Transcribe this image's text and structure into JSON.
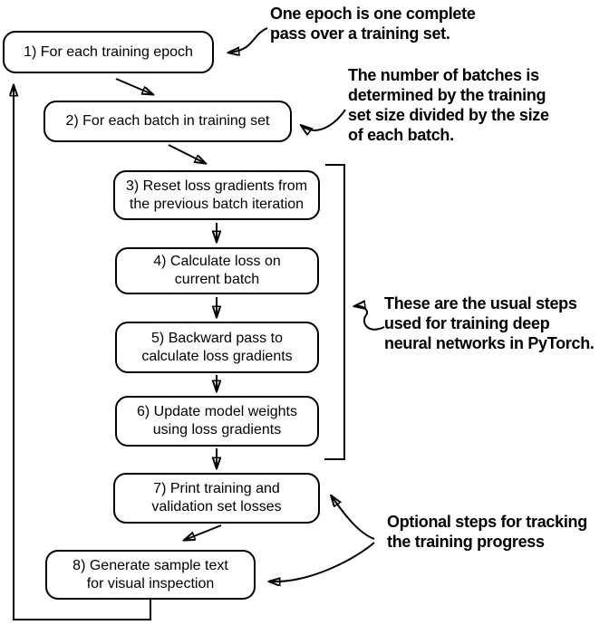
{
  "diagram": {
    "title_implied": "PyTorch training loop flowchart",
    "colors": {
      "ink": "#000000",
      "background": "#ffffff"
    },
    "boxes": [
      {
        "step": "1",
        "label": "1) For each training epoch"
      },
      {
        "step": "2",
        "label": "2) For each batch in training set"
      },
      {
        "step": "3",
        "label": "3) Reset loss gradients from\nthe previous batch iteration"
      },
      {
        "step": "4",
        "label": "4) Calculate loss on\ncurrent batch"
      },
      {
        "step": "5",
        "label": "5) Backward pass to\ncalculate loss gradients"
      },
      {
        "step": "6",
        "label": "6) Update model weights\nusing loss gradients"
      },
      {
        "step": "7",
        "label": "7) Print training and\nvalidation set losses"
      },
      {
        "step": "8",
        "label": "8) Generate sample text\nfor visual inspection"
      }
    ],
    "annotations": [
      {
        "id": "epoch-note",
        "text": "One epoch is one complete\npass over a training set.",
        "points_to": "box-1"
      },
      {
        "id": "batches-note",
        "text": "The number of batches is\ndetermined by the training\nset size divided by the size\nof each batch.",
        "points_to": "box-2"
      },
      {
        "id": "usual-steps-note",
        "text": "These are the usual steps\nused for training deep\nneural networks in PyTorch.",
        "points_to": "bracket-steps-3-6"
      },
      {
        "id": "optional-steps-note",
        "text": "Optional steps for tracking\nthe training progress",
        "points_to": "box-7, box-8"
      }
    ],
    "connections": [
      {
        "from": "box-1",
        "to": "box-2"
      },
      {
        "from": "box-2",
        "to": "box-3"
      },
      {
        "from": "box-3",
        "to": "box-4"
      },
      {
        "from": "box-4",
        "to": "box-5"
      },
      {
        "from": "box-5",
        "to": "box-6"
      },
      {
        "from": "box-6",
        "to": "box-7"
      },
      {
        "from": "box-7",
        "to": "box-8"
      },
      {
        "from": "box-8",
        "to": "box-1",
        "type": "loop-back"
      }
    ]
  }
}
